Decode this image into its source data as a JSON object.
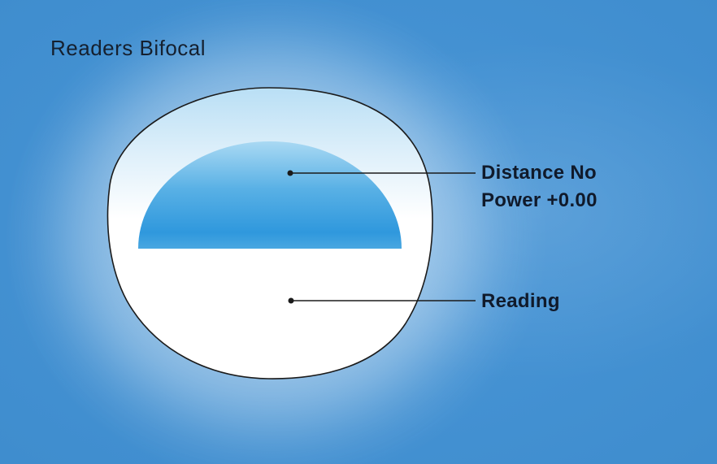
{
  "title": "Readers Bifocal",
  "annotations": {
    "distance": {
      "lines": [
        "Distance No",
        "Power +0.00"
      ]
    },
    "reading": {
      "lines": [
        "Reading"
      ]
    }
  },
  "colors": {
    "background": "#3e8ccd",
    "lens_fill_top": "#bfe2f6",
    "lens_fill_bottom": "#ffffff",
    "segment_top": "#a9d9f3",
    "segment_bottom": "#2f98dd",
    "outline": "#1b1b1b",
    "text": "#101a2b"
  }
}
